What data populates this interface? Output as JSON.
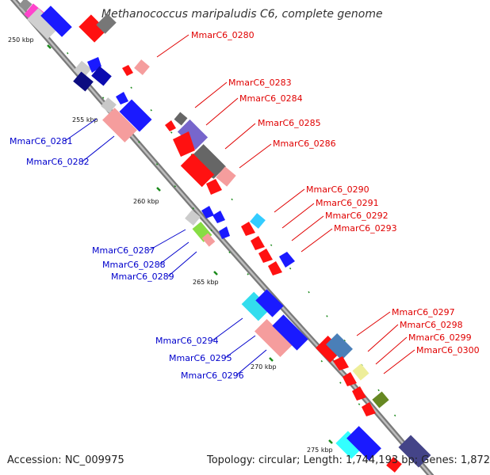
{
  "title": "Methanococcus maripaludis C6, complete genome",
  "accession": "Accession: NC_009975",
  "topology": "Topology: circular; Length: 1,744,193 bp; Genes: 1,872",
  "ticks": [
    "250 kbp",
    "255 kbp",
    "260 kbp",
    "265 kbp",
    "270 kbp",
    "275 kbp"
  ],
  "labels_right": [
    "MmarC6_0280",
    "MmarC6_0283",
    "MmarC6_0284",
    "MmarC6_0285",
    "MmarC6_0286",
    "MmarC6_0290",
    "MmarC6_0291",
    "MmarC6_0292",
    "MmarC6_0293",
    "MmarC6_0297",
    "MmarC6_0298",
    "MmarC6_0299",
    "MmarC6_0300"
  ],
  "labels_left": [
    "MmarC6_0281",
    "MmarC6_0282",
    "MmarC6_0287",
    "MmarC6_0288",
    "MmarC6_0289",
    "MmarC6_0294",
    "MmarC6_0295",
    "MmarC6_0296"
  ],
  "colors": {
    "label_forward": "#e00000",
    "label_reverse": "#0000cc",
    "backbone": "#8c8c8c",
    "tick": "#1b8a1b"
  }
}
